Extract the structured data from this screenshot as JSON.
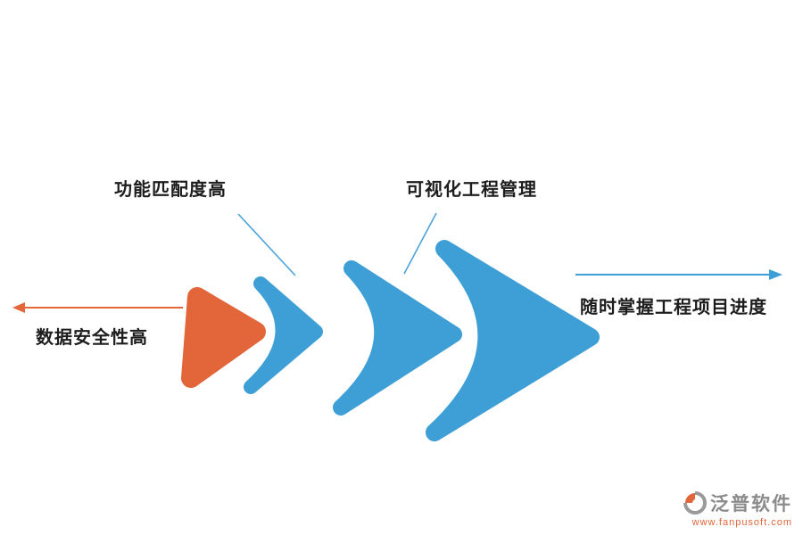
{
  "diagram": {
    "type": "chevron-flow",
    "labels": {
      "feature_match": "功能匹配度高",
      "visual_management": "可视化工程管理",
      "data_security": "数据安全性高",
      "progress_tracking": "随时掌握工程项目进度"
    },
    "colors": {
      "orange_accent": "#e2663a",
      "blue_accent": "#3e9fd6",
      "text": "#1d1d1d",
      "logo_gray": "#8b8b8b"
    },
    "shapes": [
      {
        "name": "orange-triangle",
        "color": "#e2663a",
        "order": 1
      },
      {
        "name": "blue-chevron-small",
        "color": "#3e9fd6",
        "order": 2
      },
      {
        "name": "blue-chevron-medium",
        "color": "#3e9fd6",
        "order": 3
      },
      {
        "name": "blue-chevron-large",
        "color": "#3e9fd6",
        "order": 4
      }
    ]
  },
  "logo": {
    "name": "泛普软件",
    "website": "www.fanpusoft.com"
  }
}
